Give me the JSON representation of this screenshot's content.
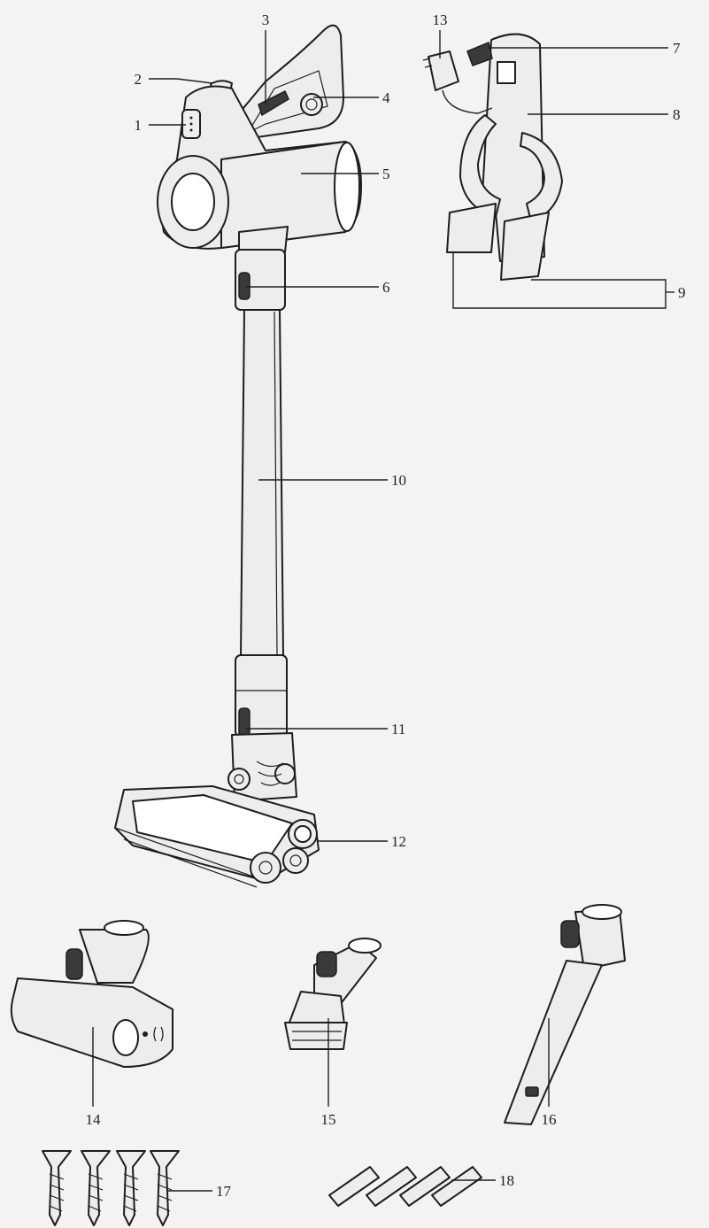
{
  "callouts": [
    {
      "id": "1",
      "text": "1"
    },
    {
      "id": "2",
      "text": "2"
    },
    {
      "id": "3",
      "text": "3"
    },
    {
      "id": "4",
      "text": "4"
    },
    {
      "id": "5",
      "text": "5"
    },
    {
      "id": "6",
      "text": "6"
    },
    {
      "id": "7",
      "text": "7"
    },
    {
      "id": "8",
      "text": "8"
    },
    {
      "id": "9",
      "text": "9"
    },
    {
      "id": "10",
      "text": "10"
    },
    {
      "id": "11",
      "text": "11"
    },
    {
      "id": "12",
      "text": "12"
    },
    {
      "id": "13",
      "text": "13"
    },
    {
      "id": "14",
      "text": "14"
    },
    {
      "id": "15",
      "text": "15"
    },
    {
      "id": "16",
      "text": "16"
    },
    {
      "id": "17",
      "text": "17"
    },
    {
      "id": "18",
      "text": "18"
    }
  ],
  "colors": {
    "background": "#f3f3f3",
    "line": "#1e1e1e",
    "fill": "#ededed"
  }
}
